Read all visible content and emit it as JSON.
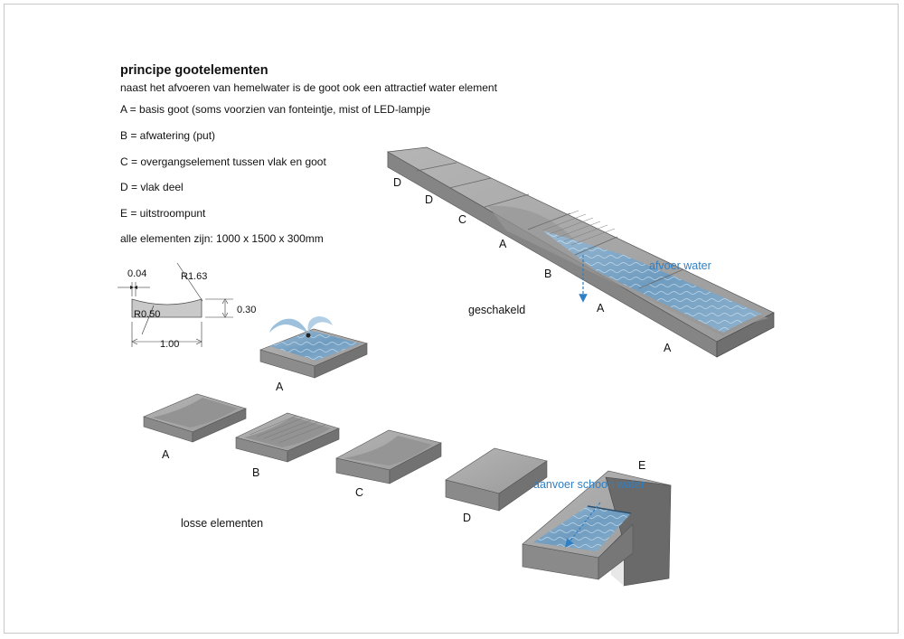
{
  "header": {
    "title": "principe gootelementen",
    "subtitle": "naast het afvoeren van hemelwater is de goot ook een attractief water element"
  },
  "legend": {
    "a": "A = basis goot (soms voorzien van fonteintje, mist of LED-lampje",
    "b": "B = afwatering (put)",
    "c": "C = overgangselement tussen vlak en goot",
    "d": "D = vlak deel",
    "e": "E = uitstroompunt",
    "size": "alle elementen zijn: 1000 x 1500 x 300mm"
  },
  "section": {
    "dim_004": "0.04",
    "dim_r163": "R1.63",
    "dim_r050": "R0.50",
    "dim_030": "0.30",
    "dim_100": "1.00"
  },
  "assembly": {
    "caption": "geschakeld",
    "water_label": "afvoer water",
    "labels": [
      "D",
      "D",
      "C",
      "A",
      "B",
      "A",
      "A"
    ]
  },
  "fountain": {
    "label": "A"
  },
  "loose": {
    "caption": "losse elementen",
    "labels": [
      "A",
      "B",
      "C",
      "D"
    ]
  },
  "outlet": {
    "label": "E",
    "water_label": "aanvoer schoon water"
  },
  "colors": {
    "concrete_top": "#a3a3a3",
    "concrete_side": "#8b8b8b",
    "concrete_front": "#777777",
    "water": "#7fa7c6",
    "accent": "#2f7fc4"
  }
}
